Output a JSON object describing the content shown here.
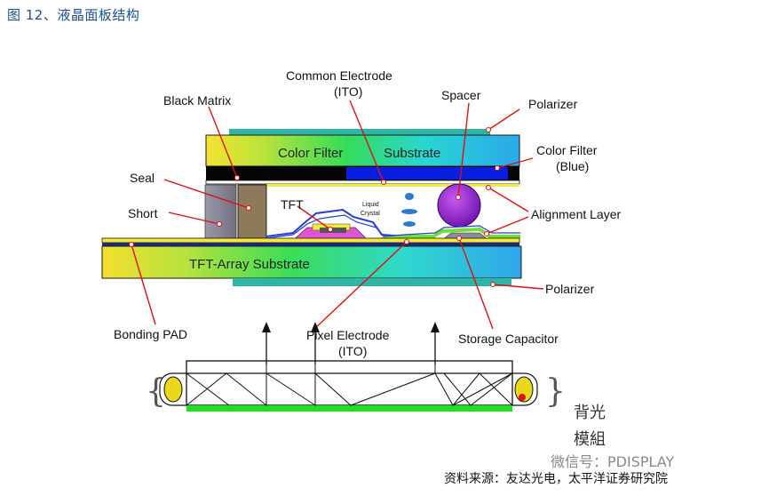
{
  "figure": {
    "title": "图 12、液晶面板结构",
    "source": "资料来源：友达光电，太平洋证券研究院",
    "watermark": "微信号：PDISPLAY"
  },
  "labels": {
    "common_electrode_1": "Common Electrode",
    "common_electrode_2": "(ITO)",
    "black_matrix": "Black Matrix",
    "spacer": "Spacer",
    "polarizer_top": "Polarizer",
    "color_filter_1": "Color Filter",
    "color_filter_2": "(Blue)",
    "seal": "Seal",
    "short": "Short",
    "tft": "TFT",
    "liquid_crystal_1": "Liquid",
    "liquid_crystal_2": "Crystal",
    "alignment_layer": "Alignment Layer",
    "polarizer_bottom": "Polarizer",
    "bonding_pad": "Bonding PAD",
    "pixel_electrode_1": "Pixel Electrode",
    "pixel_electrode_2": "(ITO)",
    "storage_capacitor": "Storage Capacitor",
    "backlight_1": "背光",
    "backlight_2": "模組"
  },
  "layers": {
    "color_filter_text": "Color Filter",
    "substrate_text": "Substrate",
    "tft_array_text": "TFT-Array Substrate"
  },
  "colors": {
    "leader": "#e01010",
    "polarizer": "#2fb5a8",
    "black_matrix": "#050505",
    "blue_filter": "#0a1ee0",
    "seal": "#8c7a5a",
    "short": "#8a8a9a",
    "spacer": "#8a1ec8",
    "light_guide_bar": "#22dd22"
  }
}
